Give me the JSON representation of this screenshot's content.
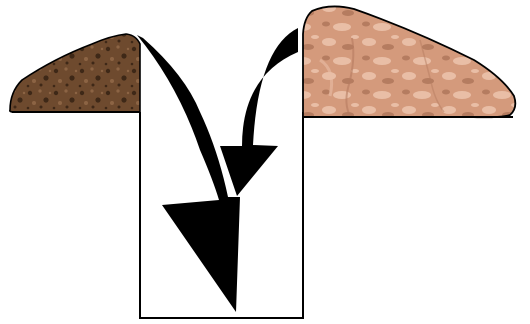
{
  "diagram": {
    "colors": {
      "background": "#ffffff",
      "outline": "#000000",
      "arrow_fill": "#000000",
      "pile_left_base": "#6e4a2e",
      "pile_left_dark": "#3e2817",
      "pile_left_light": "#8c6444",
      "pile_right_base": "#d49a7c",
      "pile_right_dark": "#b57c60",
      "pile_right_light": "#e9bea6",
      "pit_fill": "#ffffff"
    },
    "elements": {
      "left_pile": "soil-pile-dark-brown",
      "right_pile": "soil-pile-reddish-tan",
      "pit": "open-pit",
      "arrow_left": "down-arrow",
      "arrow_right": "curved-arrow"
    }
  }
}
